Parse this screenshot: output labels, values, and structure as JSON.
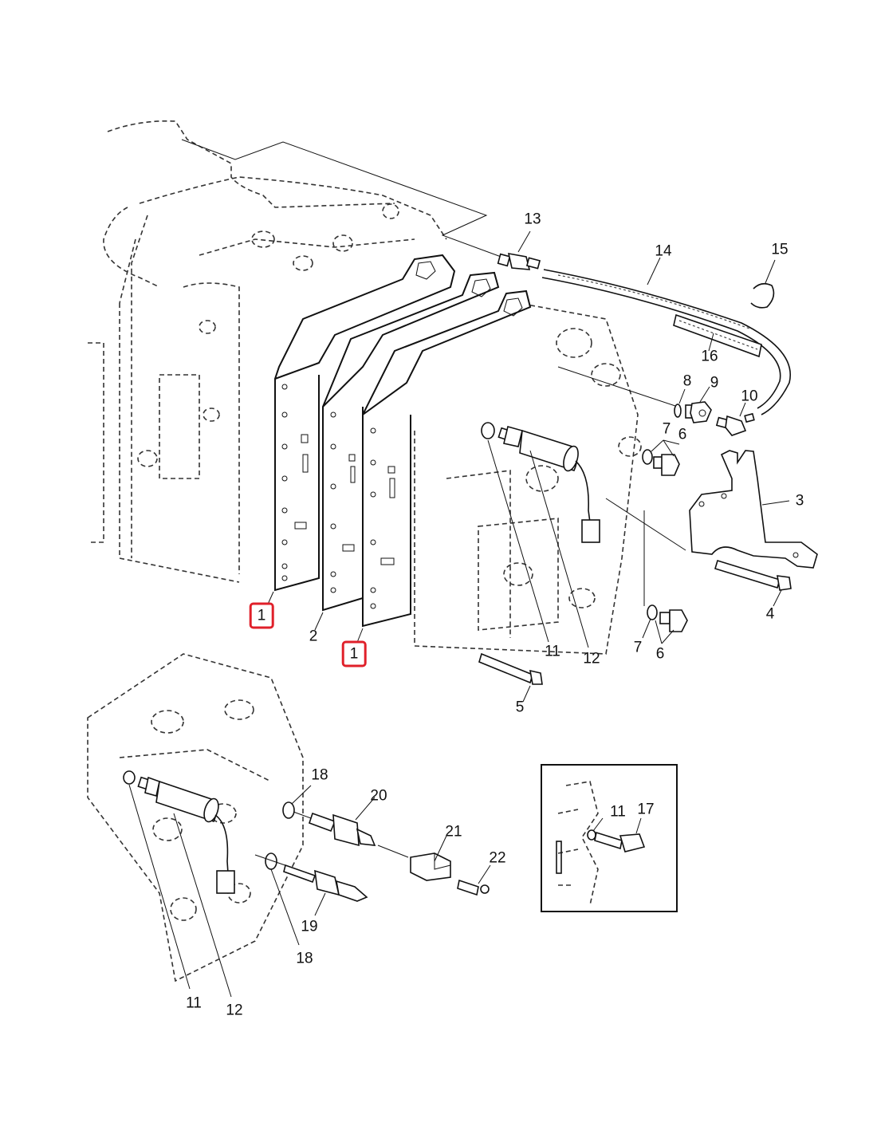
{
  "diagram": {
    "type": "exploded-parts-diagram",
    "subject": "transmission control valve assembly",
    "highlight_color": "#e0202a",
    "callouts": [
      {
        "id": "c1a",
        "label": "1",
        "part": "gasket plate",
        "highlighted": true
      },
      {
        "id": "c2",
        "label": "2",
        "part": "separator plate",
        "highlighted": false
      },
      {
        "id": "c1b",
        "label": "1",
        "part": "gasket plate",
        "highlighted": true
      },
      {
        "id": "c3",
        "label": "3",
        "part": "bracket",
        "highlighted": false
      },
      {
        "id": "c4",
        "label": "4",
        "part": "bolt",
        "highlighted": false
      },
      {
        "id": "c5",
        "label": "5",
        "part": "bolt",
        "highlighted": false
      },
      {
        "id": "c6a",
        "label": "6",
        "part": "plug",
        "highlighted": false
      },
      {
        "id": "c7a",
        "label": "7",
        "part": "seal washer",
        "highlighted": false
      },
      {
        "id": "c6b",
        "label": "6",
        "part": "plug",
        "highlighted": false
      },
      {
        "id": "c7b",
        "label": "7",
        "part": "seal washer",
        "highlighted": false
      },
      {
        "id": "c8",
        "label": "8",
        "part": "seal washer",
        "highlighted": false
      },
      {
        "id": "c9",
        "label": "9",
        "part": "adapter",
        "highlighted": false
      },
      {
        "id": "c10",
        "label": "10",
        "part": "elbow fitting",
        "highlighted": false
      },
      {
        "id": "c11a",
        "label": "11",
        "part": "o-ring",
        "highlighted": false
      },
      {
        "id": "c12a",
        "label": "12",
        "part": "solenoid",
        "highlighted": false
      },
      {
        "id": "c13",
        "label": "13",
        "part": "connector",
        "highlighted": false
      },
      {
        "id": "c14",
        "label": "14",
        "part": "hose",
        "highlighted": false
      },
      {
        "id": "c15",
        "label": "15",
        "part": "clip",
        "highlighted": false
      },
      {
        "id": "c16",
        "label": "16",
        "part": "sleeve",
        "highlighted": false
      },
      {
        "id": "c11b",
        "label": "11",
        "part": "o-ring",
        "highlighted": false
      },
      {
        "id": "c12b",
        "label": "12",
        "part": "solenoid",
        "highlighted": false
      },
      {
        "id": "c18a",
        "label": "18",
        "part": "o-ring",
        "highlighted": false
      },
      {
        "id": "c18b",
        "label": "18",
        "part": "o-ring",
        "highlighted": false
      },
      {
        "id": "c19",
        "label": "19",
        "part": "sensor",
        "highlighted": false
      },
      {
        "id": "c20",
        "label": "20",
        "part": "pressure switch",
        "highlighted": false
      },
      {
        "id": "c21",
        "label": "21",
        "part": "connector housing",
        "highlighted": false
      },
      {
        "id": "c22",
        "label": "22",
        "part": "terminal",
        "highlighted": false
      },
      {
        "id": "c11c",
        "label": "11",
        "part": "o-ring",
        "highlighted": false
      },
      {
        "id": "c17",
        "label": "17",
        "part": "plug",
        "highlighted": false
      }
    ]
  }
}
